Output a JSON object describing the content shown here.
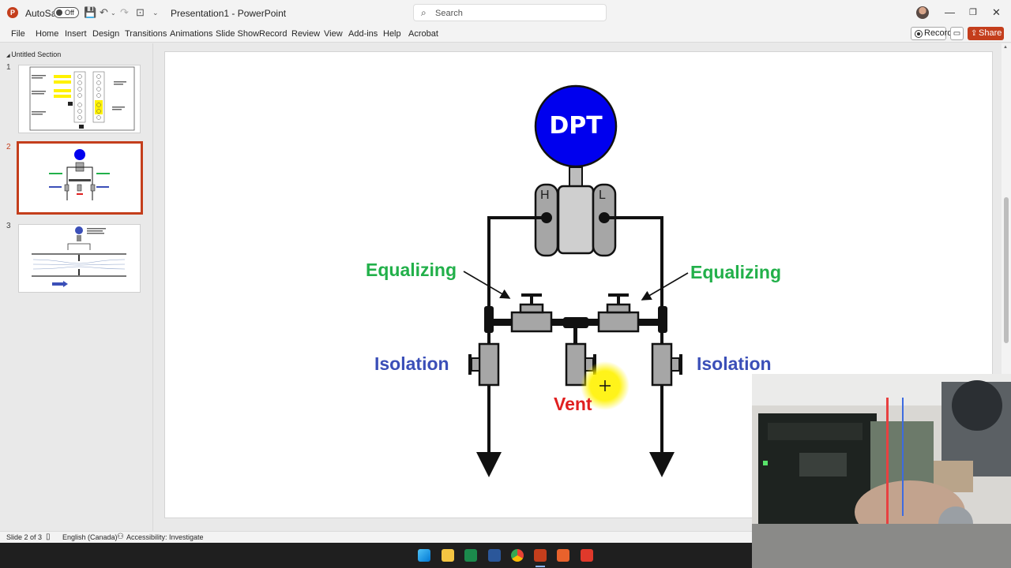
{
  "titlebar": {
    "app_icon": "P",
    "autosave_label": "AutoSave",
    "autosave_state": "Off",
    "doc_title": "Presentation1  -  PowerPoint",
    "search_placeholder": "Search"
  },
  "ribbon": {
    "tabs": [
      "File",
      "Home",
      "Insert",
      "Design",
      "Transitions",
      "Animations",
      "Slide Show",
      "Record",
      "Review",
      "View",
      "Add-ins",
      "Help",
      "Acrobat"
    ],
    "record_label": "Record",
    "share_label": "Share"
  },
  "thumbnails": {
    "section": "Untitled Section",
    "slides": [
      {
        "num": "1"
      },
      {
        "num": "2"
      },
      {
        "num": "3"
      }
    ]
  },
  "slide": {
    "gauge_label": "DPT",
    "high_label": "H",
    "low_label": "L",
    "equalizing_left": "Equalizing",
    "equalizing_right": "Equalizing",
    "isolation_left": "Isolation",
    "isolation_right": "Isolation",
    "vent": "Vent",
    "colors": {
      "gauge": "#0000ee",
      "equalizing": "#22b04a",
      "isolation": "#3b4fb8",
      "vent": "#e02020",
      "valve_body": "#a6a6a6",
      "highlight": "#fff200"
    }
  },
  "statusbar": {
    "slide_info": "Slide 2 of 3",
    "language": "English (Canada)",
    "accessibility": "Accessibility: Investigate"
  }
}
